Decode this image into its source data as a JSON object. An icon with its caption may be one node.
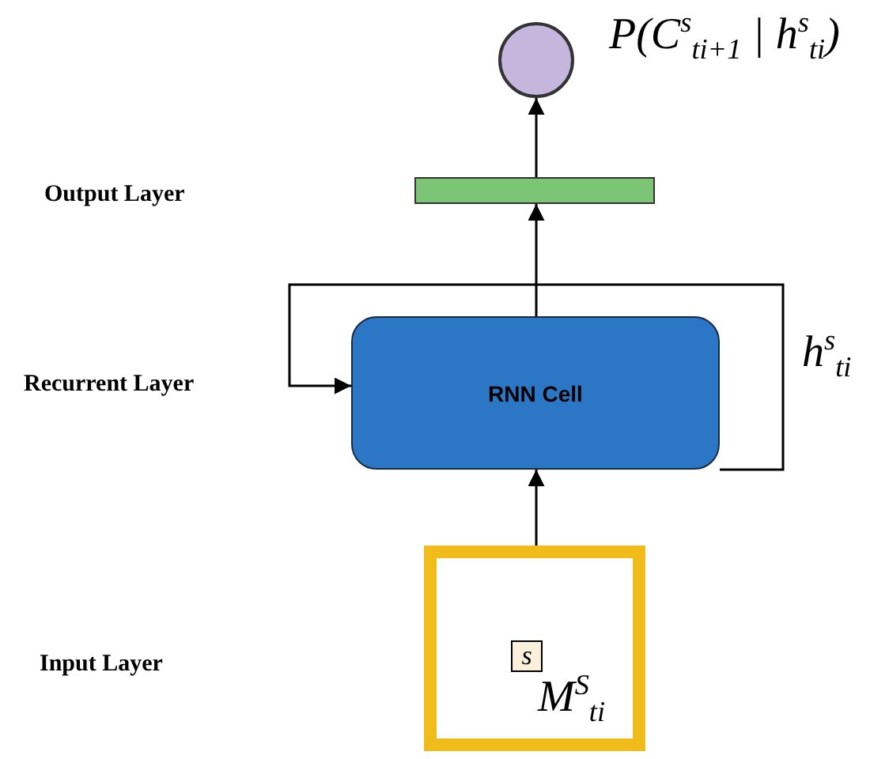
{
  "diagram": {
    "nodes": [
      {
        "text": [],
        "shape": "circle",
        "beside": [
          "P(C$^{s}$$_{ti+1}$ | h$^{s}$$_{ti}$)"
        ]
      },
      {
        "text": [],
        "shape": "bar"
      },
      {
        "text": [
          "RNN Cell"
        ]
      },
      {
        "text": [
          "M$^{S}$$_{ti}$"
        ]
      },
      {
        "text": [
          "s"
        ],
        "in": 3
      }
    ],
    "edges": [
      {
        "from": 3,
        "to": 2,
        "arrow": "to"
      },
      {
        "from": 2,
        "to": 2,
        "arrow": "to",
        "label": "h$^{s}$$_{ti}$"
      },
      {
        "from": 2,
        "to": 1,
        "arrow": "to"
      },
      {
        "from": 1,
        "to": 0,
        "arrow": "to"
      }
    ],
    "labels": [
      "Output Layer",
      "Recurrent Layer",
      "Input Layer"
    ]
  }
}
